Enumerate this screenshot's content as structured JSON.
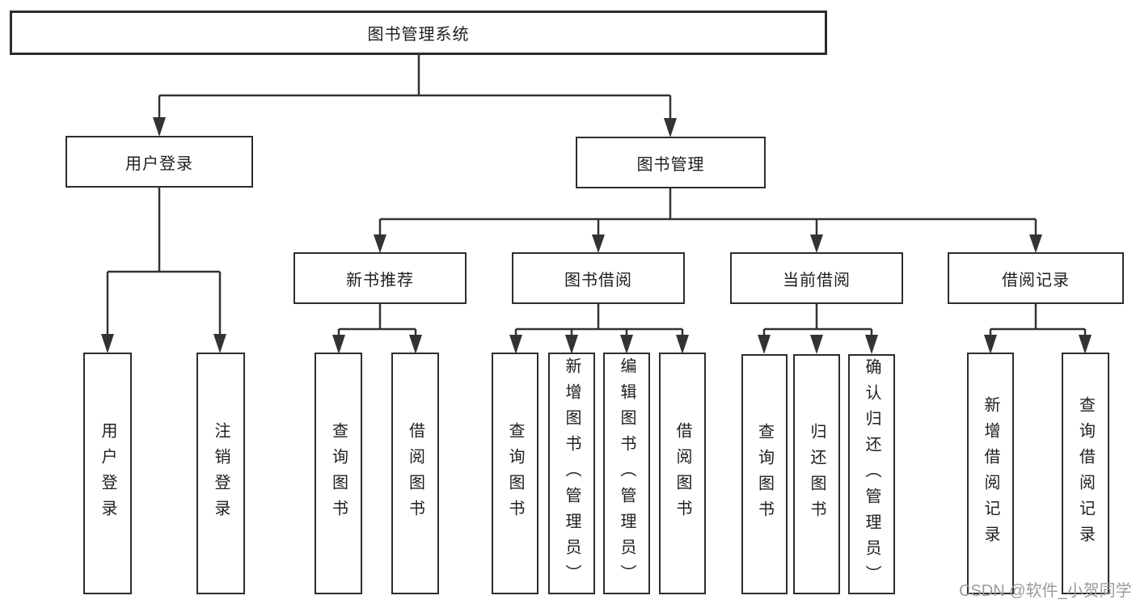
{
  "tree": {
    "label": "图书管理系统",
    "children": [
      {
        "label": "用户登录",
        "children": [
          {
            "label": "用户登录"
          },
          {
            "label": "注销登录"
          }
        ]
      },
      {
        "label": "图书管理",
        "children": [
          {
            "label": "新书推荐",
            "children": [
              {
                "label": "查询图书"
              },
              {
                "label": "借阅图书"
              }
            ]
          },
          {
            "label": "图书借阅",
            "children": [
              {
                "label": "查询图书"
              },
              {
                "label": "新增图书（管理员）"
              },
              {
                "label": "编辑图书（管理员）"
              },
              {
                "label": "借阅图书"
              }
            ]
          },
          {
            "label": "当前借阅",
            "children": [
              {
                "label": "查询图书"
              },
              {
                "label": "归还图书"
              },
              {
                "label": "确认归还（管理员）"
              }
            ]
          },
          {
            "label": "借阅记录",
            "children": [
              {
                "label": "新增借阅记录"
              },
              {
                "label": "查询借阅记录"
              }
            ]
          }
        ]
      }
    ]
  },
  "watermark": "CSDN @软件_小贺同学",
  "colors": {
    "line": "#333333",
    "border": "#2d2d2d",
    "text": "#1e1e1e",
    "watermark": "#9b9b9b",
    "background": "#ffffff"
  }
}
